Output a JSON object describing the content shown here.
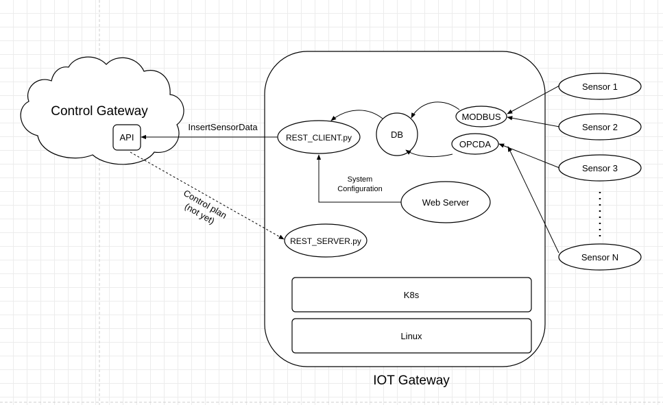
{
  "control_gateway": {
    "title": "Control Gateway",
    "api_label": "API"
  },
  "iot_gateway": {
    "title": "IOT Gateway"
  },
  "components": {
    "rest_client": "REST_CLIENT.py",
    "rest_server": "REST_SERVER.py",
    "db": "DB",
    "modbus": "MODBUS",
    "opcda": "OPCDA",
    "web_server": "Web Server",
    "k8s": "K8s",
    "linux": "Linux"
  },
  "sensors": [
    "Sensor 1",
    "Sensor 2",
    "Sensor 3",
    "Sensor N"
  ],
  "edges": {
    "insert_sensor_data": "InsertSensorData",
    "system_config_line1": "System",
    "system_config_line2": "Configuration",
    "control_plan_line1": "Control plan",
    "control_plan_line2": "(not yet)"
  }
}
